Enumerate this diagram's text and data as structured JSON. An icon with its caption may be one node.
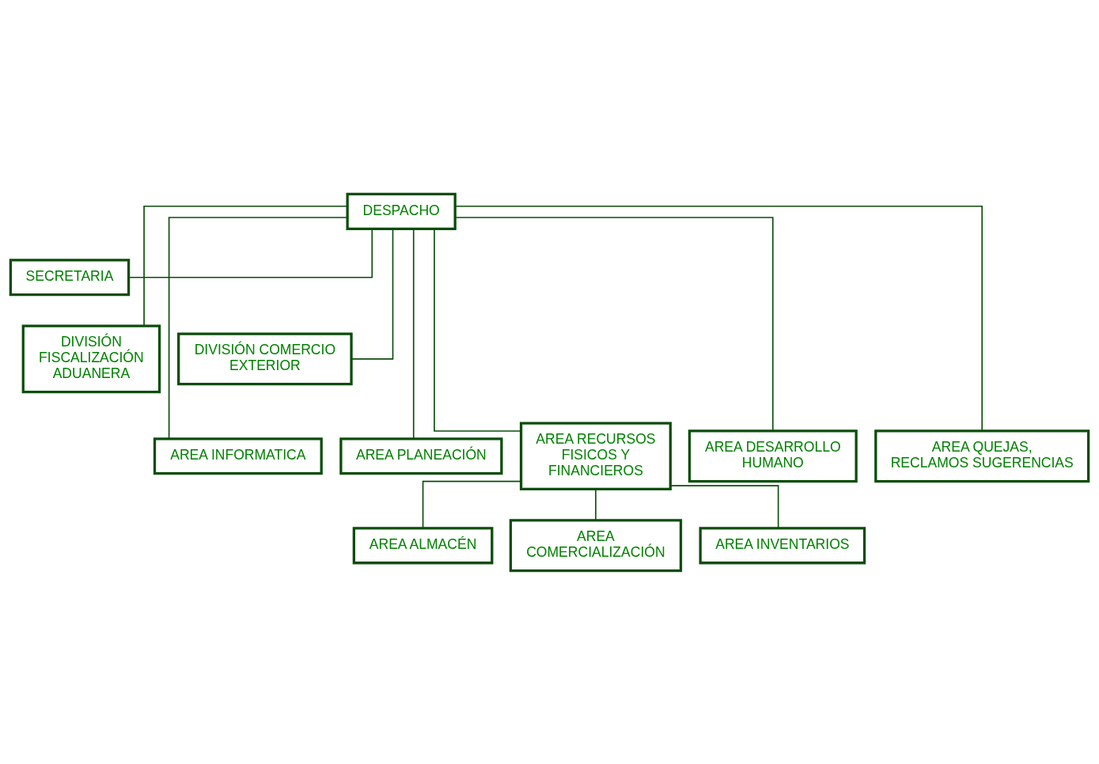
{
  "diagram": {
    "nodes": [
      {
        "text": [
          "DESPACHO"
        ]
      },
      {
        "text": [
          "SECRETARIA"
        ]
      },
      {
        "text": [
          "DIVISIÓN FISCALIZACIÓN ADUANERA"
        ]
      },
      {
        "text": [
          "DIVISIÓN COMERCIO EXTERIOR"
        ]
      },
      {
        "text": [
          "AREA INFORMATICA"
        ]
      },
      {
        "text": [
          "AREA PLANEACIÓN"
        ]
      },
      {
        "text": [
          "AREA RECURSOS FISICOS Y FINANCIEROS"
        ]
      },
      {
        "text": [
          "AREA DESARROLLO HUMANO"
        ]
      },
      {
        "text": [
          "AREA QUEJAS, RECLAMOS SUGERENCIAS"
        ]
      },
      {
        "text": [
          "AREA ALMACÉN"
        ]
      },
      {
        "text": [
          "AREA COMERCIALIZACIÓN"
        ]
      },
      {
        "text": [
          "AREA INVENTARIOS"
        ]
      }
    ],
    "edges": [
      {
        "from": 0,
        "to": 1,
        "arrow": "none"
      },
      {
        "from": 0,
        "to": 2,
        "arrow": "none"
      },
      {
        "from": 0,
        "to": 3,
        "arrow": "none"
      },
      {
        "from": 0,
        "to": 4,
        "arrow": "none"
      },
      {
        "from": 0,
        "to": 5,
        "arrow": "none"
      },
      {
        "from": 0,
        "to": 6,
        "arrow": "none"
      },
      {
        "from": 0,
        "to": 7,
        "arrow": "none"
      },
      {
        "from": 0,
        "to": 8,
        "arrow": "none"
      },
      {
        "from": 6,
        "to": 9,
        "arrow": "none"
      },
      {
        "from": 6,
        "to": 10,
        "arrow": "none"
      },
      {
        "from": 6,
        "to": 11,
        "arrow": "none"
      }
    ]
  }
}
